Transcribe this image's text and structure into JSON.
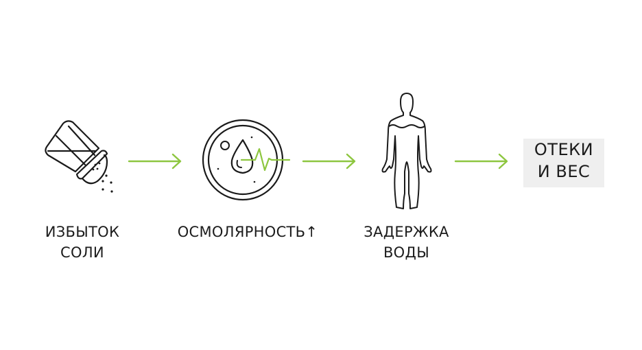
{
  "steps": [
    {
      "id": "salt",
      "icon": "salt-shaker-icon",
      "label_lines": [
        "ИЗБЫТОК",
        "СОЛИ"
      ]
    },
    {
      "id": "osmolarity",
      "icon": "osmolarity-cell-icon",
      "label_lines": [
        "ОСМОЛЯРНОСТЬ↑"
      ]
    },
    {
      "id": "water",
      "icon": "human-body-water-icon",
      "label_lines": [
        "ЗАДЕРЖКА",
        "ВОДЫ"
      ]
    }
  ],
  "result": {
    "lines": [
      "ОТЕКИ",
      "И ВЕС"
    ],
    "background": "#efefef"
  },
  "arrows": {
    "count": 3,
    "color": "#8dc63f",
    "icon": "arrow-right-icon"
  },
  "colors": {
    "accent": "#8dc63f",
    "stroke": "#1a1a1a",
    "background": "#ffffff"
  }
}
